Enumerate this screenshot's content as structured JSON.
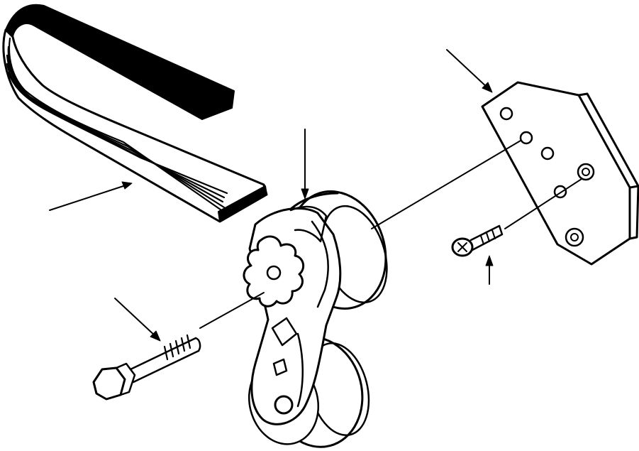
{
  "diagram": {
    "kind": "exploded-parts-illustration",
    "parts": [
      {
        "id": "belt",
        "name": "ribbed-drive-belt"
      },
      {
        "id": "tensioner",
        "name": "belt-tensioner-assembly"
      },
      {
        "id": "bracket",
        "name": "mounting-bracket"
      },
      {
        "id": "long-bolt",
        "name": "hex-flange-bolt"
      },
      {
        "id": "screw",
        "name": "countersunk-screw"
      }
    ],
    "colors": {
      "ink": "#000000",
      "paper": "#ffffff"
    }
  }
}
